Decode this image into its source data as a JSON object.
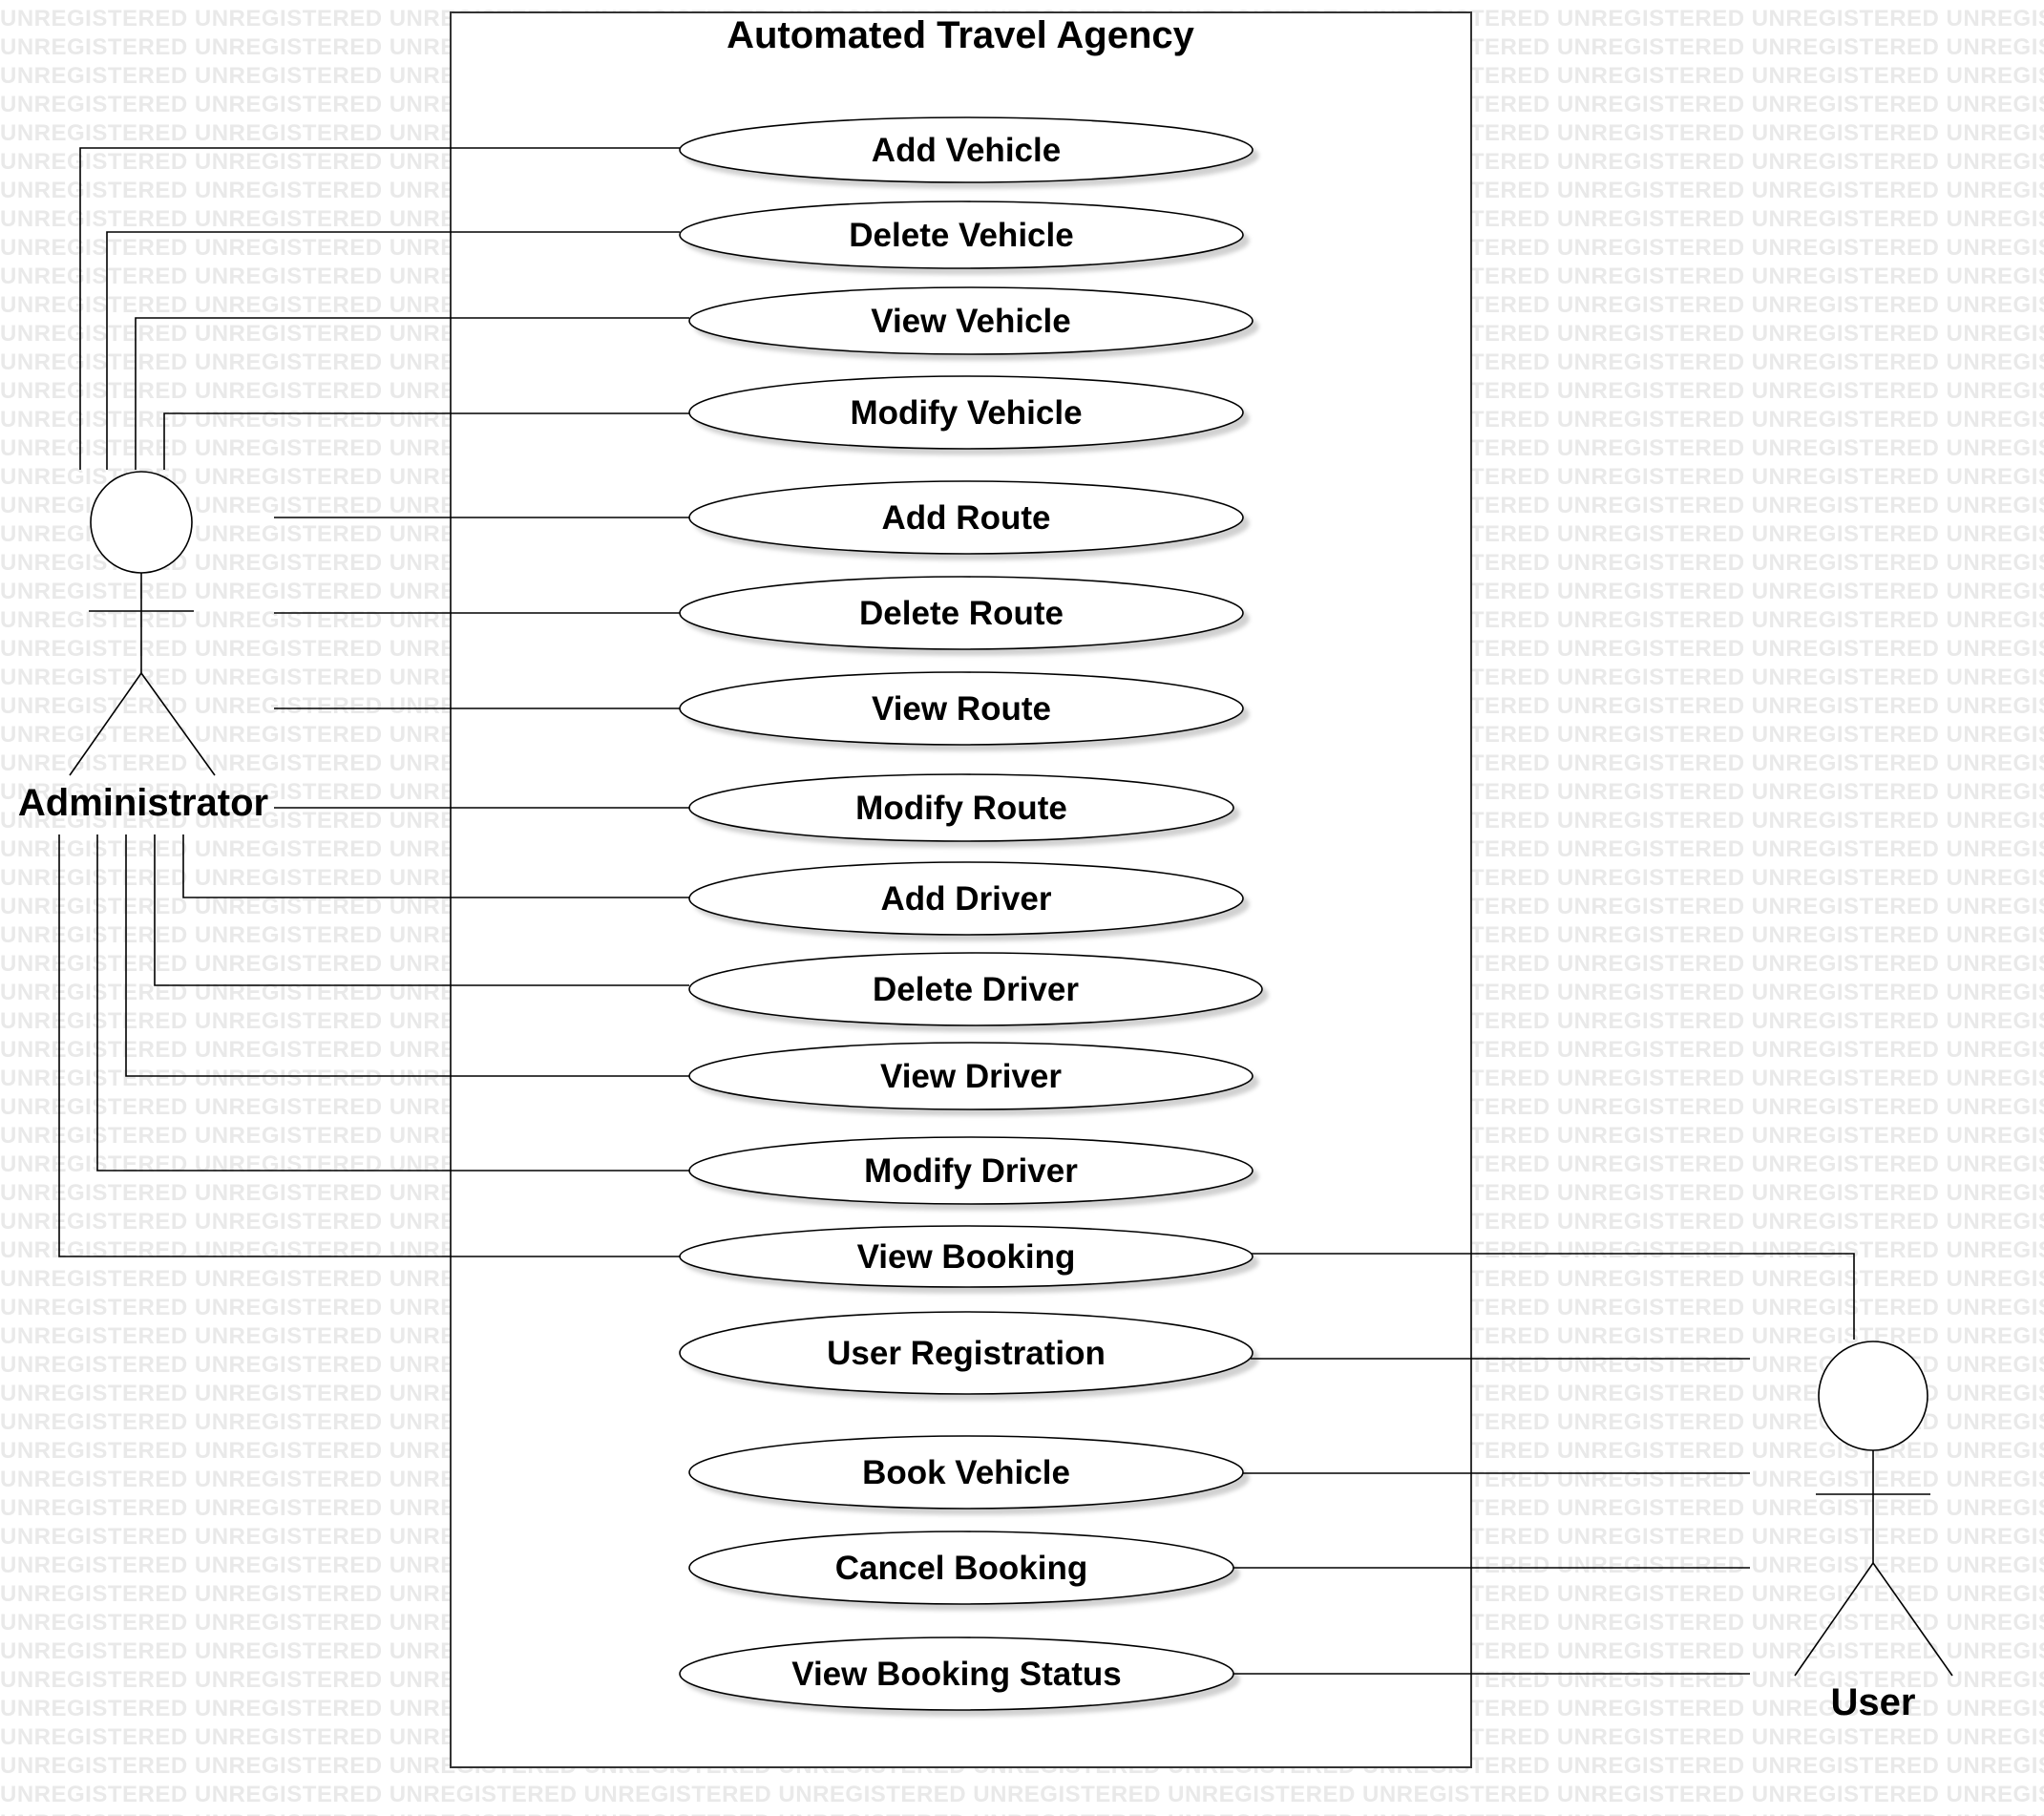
{
  "watermark_text": "UNREGISTERED",
  "system": {
    "title": "Automated Travel Agency"
  },
  "actors": {
    "admin": {
      "label": "Administrator"
    },
    "user": {
      "label": "User"
    }
  },
  "use_cases": [
    {
      "id": "uc-add-vehicle",
      "label": "Add Vehicle"
    },
    {
      "id": "uc-delete-vehicle",
      "label": "Delete Vehicle"
    },
    {
      "id": "uc-view-vehicle",
      "label": "View Vehicle"
    },
    {
      "id": "uc-modify-vehicle",
      "label": "Modify Vehicle"
    },
    {
      "id": "uc-add-route",
      "label": "Add Route"
    },
    {
      "id": "uc-delete-route",
      "label": "Delete Route"
    },
    {
      "id": "uc-view-route",
      "label": "View Route"
    },
    {
      "id": "uc-modify-route",
      "label": "Modify Route"
    },
    {
      "id": "uc-add-driver",
      "label": "Add Driver"
    },
    {
      "id": "uc-delete-driver",
      "label": "Delete Driver"
    },
    {
      "id": "uc-view-driver",
      "label": "View Driver"
    },
    {
      "id": "uc-modify-driver",
      "label": "Modify Driver"
    },
    {
      "id": "uc-view-booking",
      "label": "View Booking"
    },
    {
      "id": "uc-user-registration",
      "label": "User Registration"
    },
    {
      "id": "uc-book-vehicle",
      "label": "Book Vehicle"
    },
    {
      "id": "uc-cancel-booking",
      "label": "Cancel Booking"
    },
    {
      "id": "uc-view-booking-status",
      "label": "View Booking Status"
    }
  ]
}
